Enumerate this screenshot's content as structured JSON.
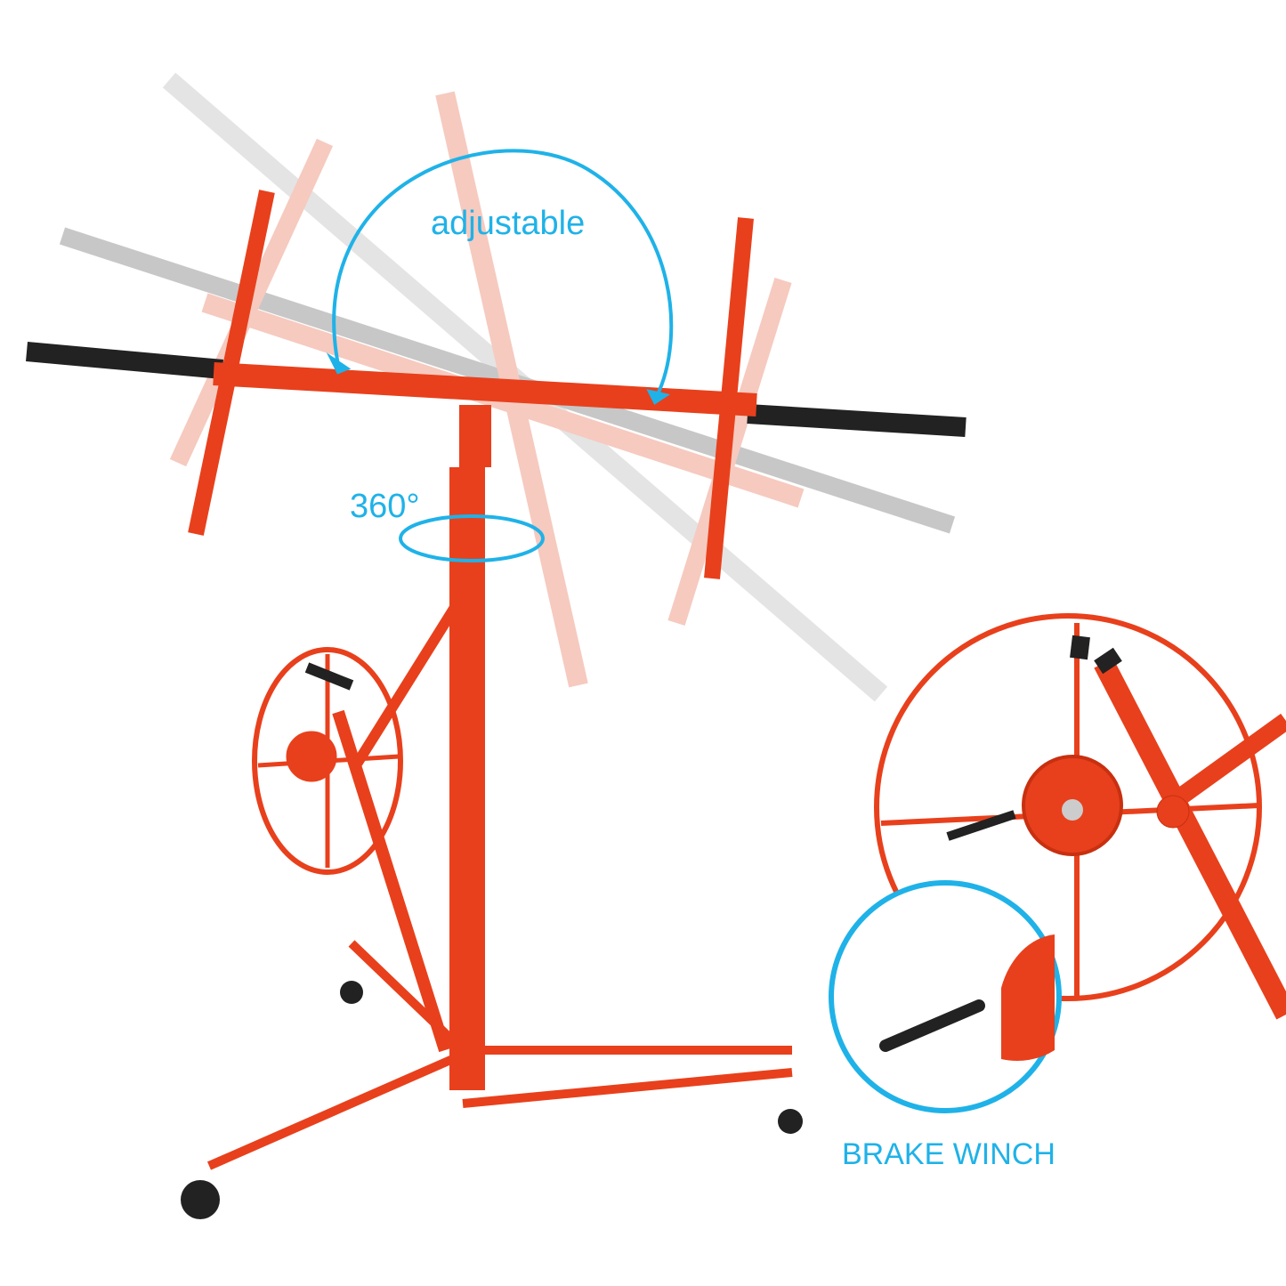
{
  "annotations": {
    "adjustable": "adjustable",
    "rotation": "360°",
    "brake_winch": "BRAKE WINCH"
  },
  "colors": {
    "frame": "#e8401c",
    "accent": "#1fb2e8",
    "ghost_frame": "#f0a08c",
    "ghost_gray": "#c8c8c8",
    "handle": "#222222"
  }
}
